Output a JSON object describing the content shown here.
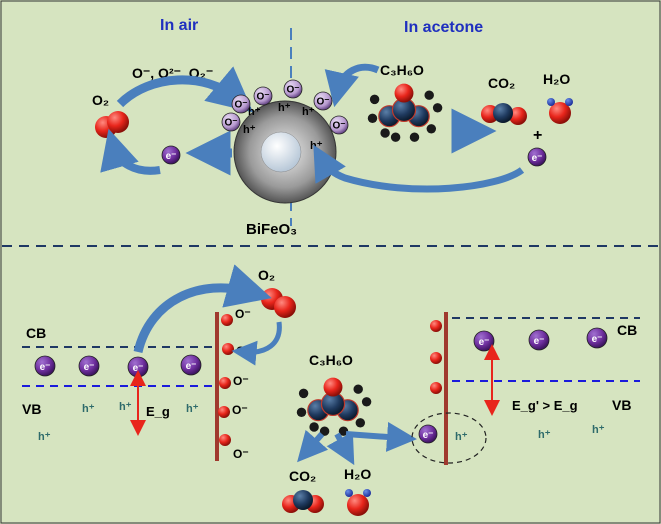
{
  "top": {
    "air_label": "In air",
    "acetone_label": "In acetone",
    "oxygen_species": "O⁻, O²⁻, O₂⁻",
    "o2_label": "O₂",
    "acetone_formula": "C₃H₆O",
    "co2_label": "CO₂",
    "h2o_label": "H₂O",
    "plus": "+",
    "particle_label": "BiFeO₃",
    "electron": "e⁻",
    "hole": "h⁺",
    "oxygen_ion": "O⁻"
  },
  "bottom": {
    "cb": "CB",
    "vb": "VB",
    "eg": "E_g",
    "eg_compare": "E_g' > E_g",
    "o2_label": "O₂",
    "acetone_formula": "C₃H₆O",
    "co2_label": "CO₂",
    "h2o_label": "H₂O",
    "electron": "e⁻",
    "hole": "h⁺",
    "oxygen_ion": "O⁻"
  },
  "colors": {
    "background": "#d6e4c0",
    "title": "#1f2fbf",
    "arrow": "#4a7fbd",
    "electron": "#7030a0",
    "oxygen": "#e8251b",
    "carbon": "#1f3a5f",
    "hydrogen": "#1a1a1a",
    "band_cb": "#1f3864",
    "band_vb": "#1a1adc",
    "surface": "#a0392e",
    "hole_text": "#2e6b6b"
  }
}
